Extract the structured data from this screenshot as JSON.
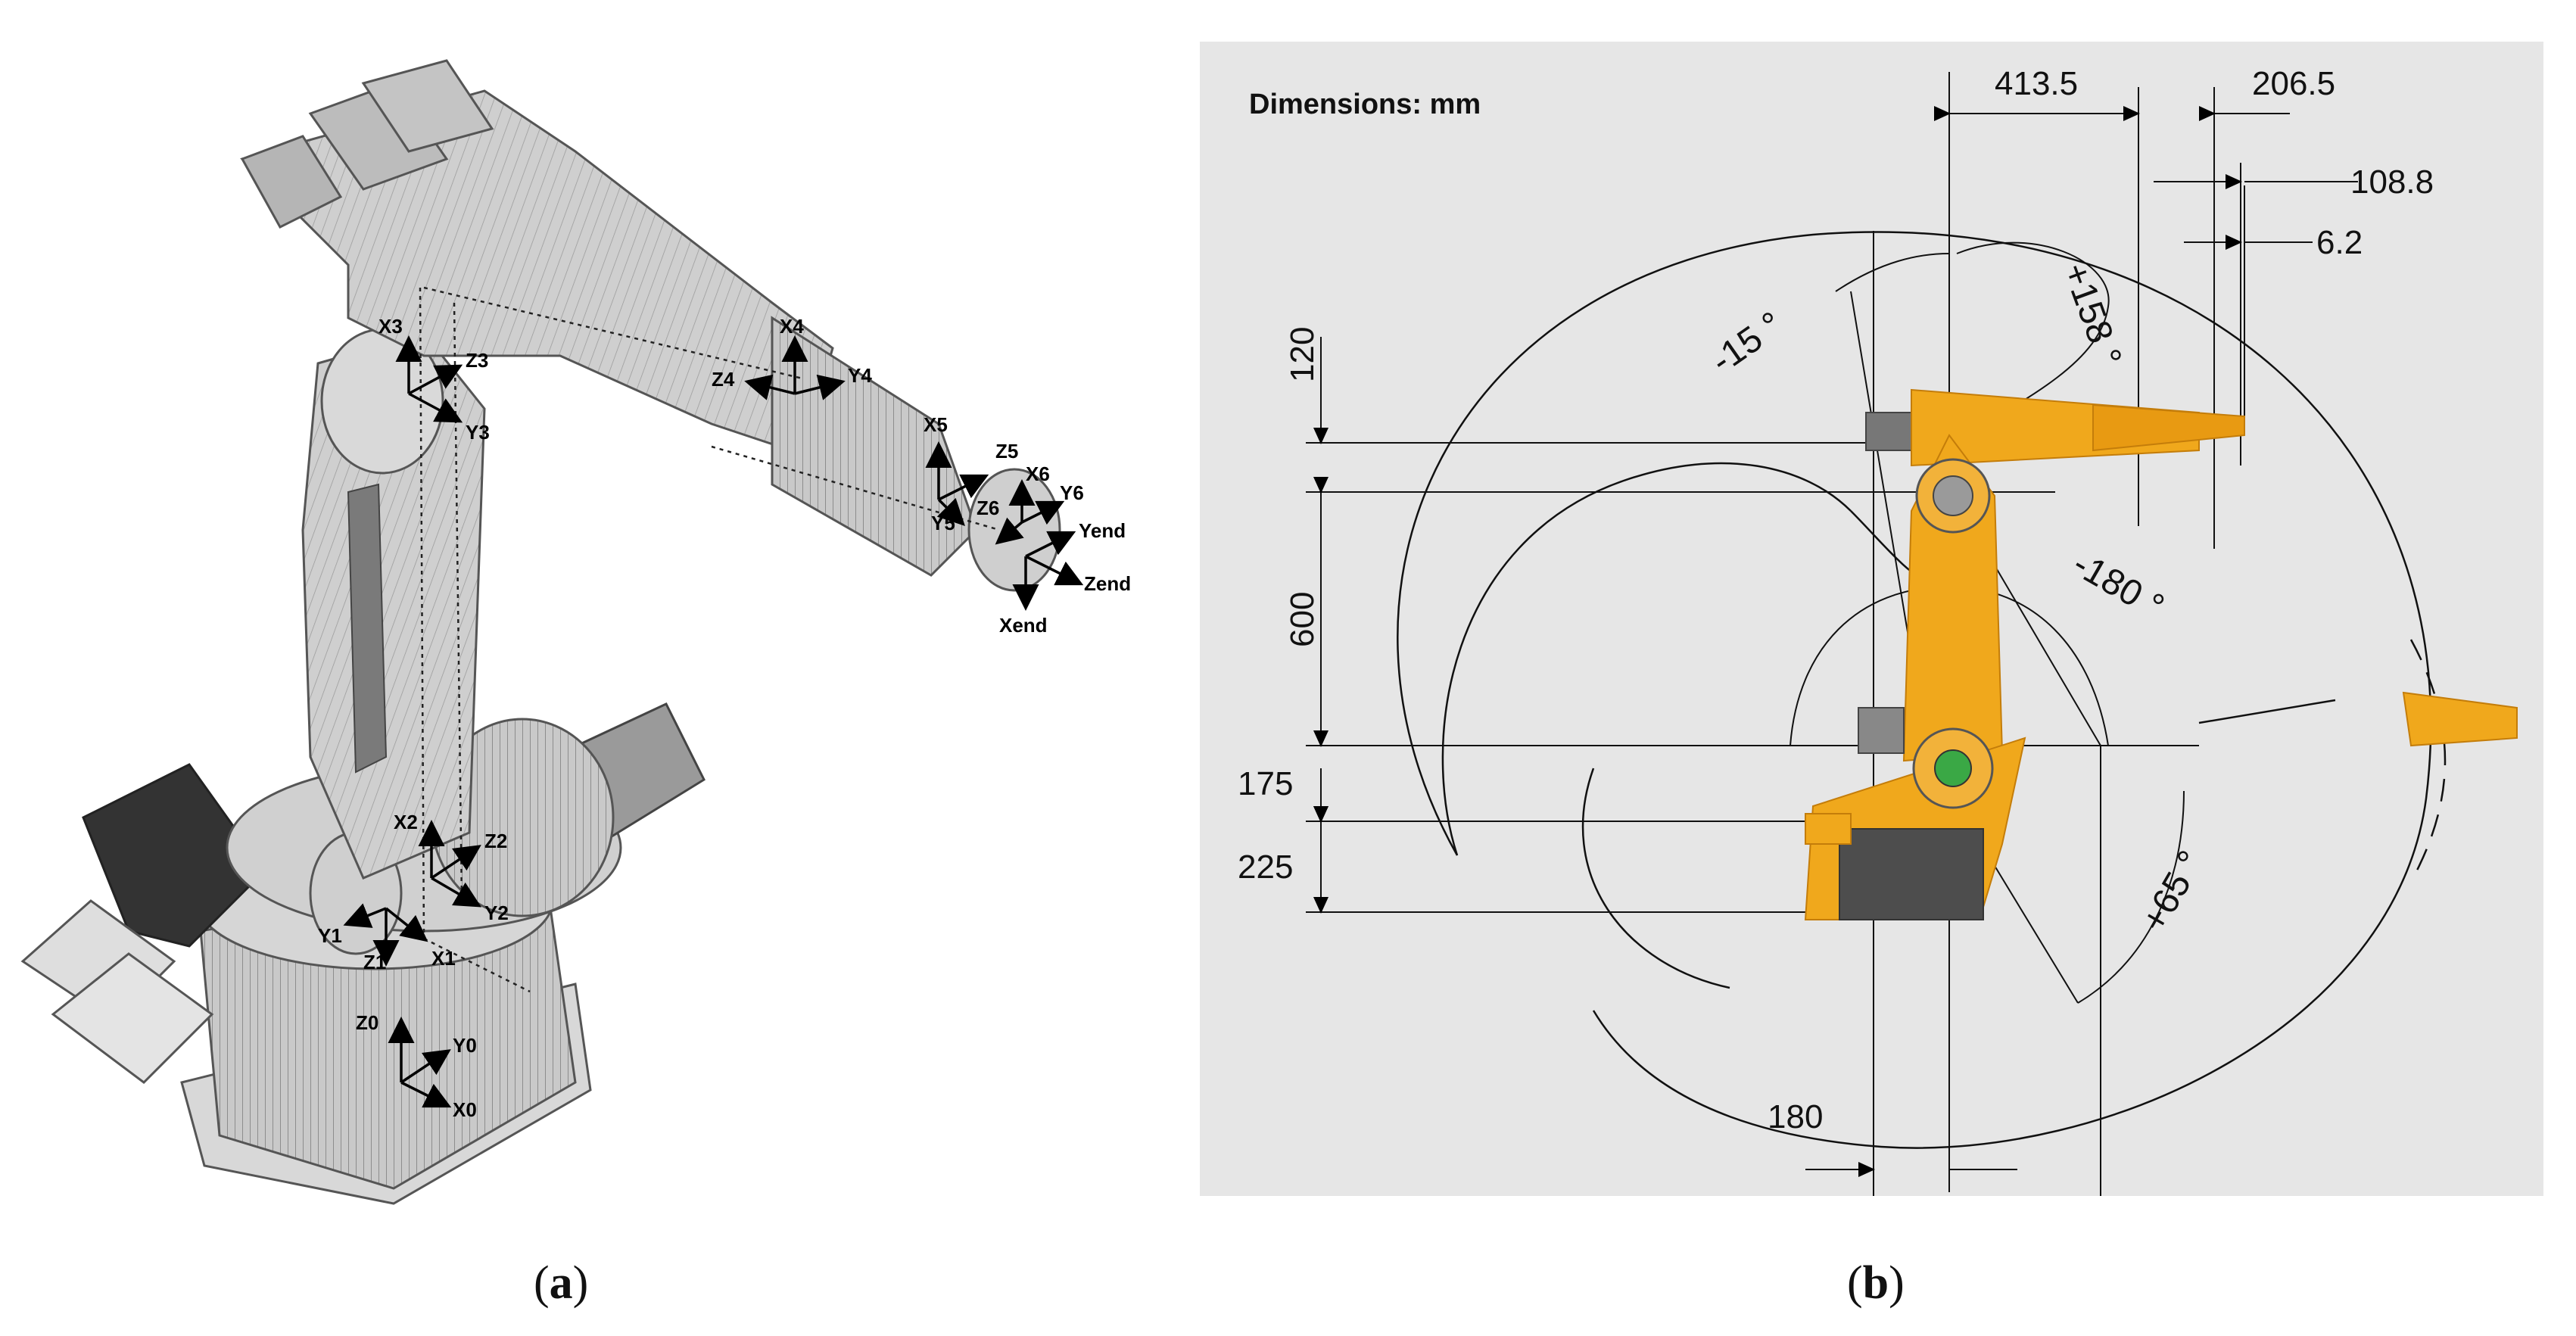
{
  "panel_a": {
    "frames": [
      {
        "x": "X0",
        "y": "Y0",
        "z": "Z0"
      },
      {
        "x": "X1",
        "y": "Y1",
        "z": "Z1"
      },
      {
        "x": "X2",
        "y": "Y2",
        "z": "Z2"
      },
      {
        "x": "X3",
        "y": "Y3",
        "z": "Z3"
      },
      {
        "x": "X4",
        "y": "Y4",
        "z": "Z4"
      },
      {
        "x": "X5",
        "y": "Y5",
        "z": "Z5"
      },
      {
        "x": "X6",
        "y": "Y6",
        "z": "Z6"
      },
      {
        "x": "Xend",
        "y": "Yend",
        "z": "Zend"
      }
    ]
  },
  "panel_b": {
    "units_label": "Dimensions: mm",
    "dims": {
      "d413": "413.5",
      "d206": "206.5",
      "d108": "108.8",
      "d6": "6.2",
      "d120": "120",
      "d600": "600",
      "d175": "175",
      "d225": "225",
      "d180": "180"
    },
    "angles": {
      "a_m15": "-15 °",
      "a_p158": "+158 °",
      "a_m180": "-180 °",
      "a_p65": "+65 °"
    },
    "colors": {
      "robot": "#f0a81c",
      "robot_dark": "#c47d0a",
      "motor": "#5a5a5a",
      "background": "#e6e6e6"
    }
  },
  "captions": {
    "a_open": "(",
    "a": "a",
    "a_close": ")",
    "b_open": "(",
    "b": "b",
    "b_close": ")"
  }
}
